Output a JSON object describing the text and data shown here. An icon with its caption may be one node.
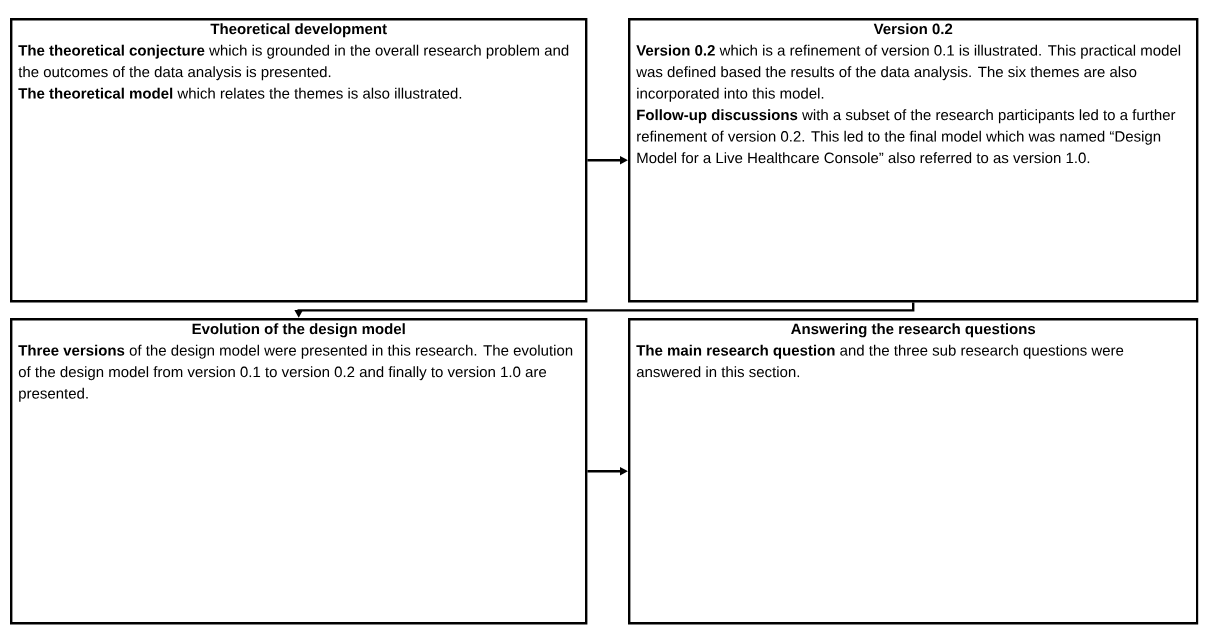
{
  "diagram": {
    "nodes": [
      {
        "text": [
          "Theoretical development",
          "**The theoretical conjecture** which is grounded in the overall research problem and the outcomes of the data analysis is presented.",
          "**The theoretical model** which relates the themes is also illustrated."
        ]
      },
      {
        "text": [
          "Version 0.2",
          "**Version 0.2** which is a refinement of version 0.1 is illustrated. This practical model was defined based the results of the data analysis. The six themes are also incorporated into this model.",
          "**Follow-up discussions** with a subset of the research participants led to a further refinement of version 0.2. This led to the final model which was named “Design Model for a Live Healthcare Console” also referred to as version 1.0."
        ]
      },
      {
        "text": [
          "Evolution of the design model",
          "**Three versions** of the design model were presented in this research. The evolution of the design model from version 0.1 to version 0.2 and finally to version 1.0 are presented."
        ]
      },
      {
        "text": [
          "Answering the research questions",
          "**The main research question** and the three sub research questions were answered in this section."
        ]
      }
    ],
    "edges": [
      {
        "from": 0,
        "to": 1,
        "arrow": "to"
      },
      {
        "from": 1,
        "to": 2,
        "arrow": "to"
      },
      {
        "from": 2,
        "to": 3,
        "arrow": "to"
      }
    ]
  }
}
